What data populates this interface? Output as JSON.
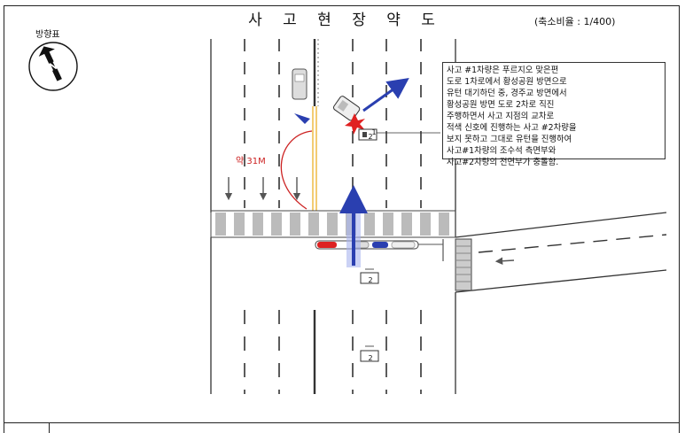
{
  "header": {
    "title": "사 고 현 장 약 도",
    "scale": "(축소비율 : 1/400)"
  },
  "compass": {
    "label": "방향표",
    "letter": "N"
  },
  "note": {
    "lines": [
      "사고 #1차량은 푸르지오 맞은편",
      "도로 1차로에서 황성공원 방면으로",
      "유턴 대기하던 중, 경주교 방면에서",
      "황성공원 방면 도로 2차로 직진",
      "주행하면서 사고 지점의 교차로",
      "적색 신호에 진행하는 사고 #2차량을",
      "보지 못하고 그대로 유턴을 진행하여",
      "사고#1차량의 조수석 측면부와",
      "사고#2차량의 전면부가 충돌함."
    ]
  },
  "measurement": {
    "distance": "약 31M"
  },
  "vehicles": {
    "v1": "1",
    "v2a": "2",
    "v2b": "2",
    "v2c": "2"
  },
  "colors": {
    "path_blue": "#2a3fb0",
    "collision_red": "#e02020",
    "centerline_yellow": "#f0c050",
    "arc_red": "#cc2222"
  }
}
